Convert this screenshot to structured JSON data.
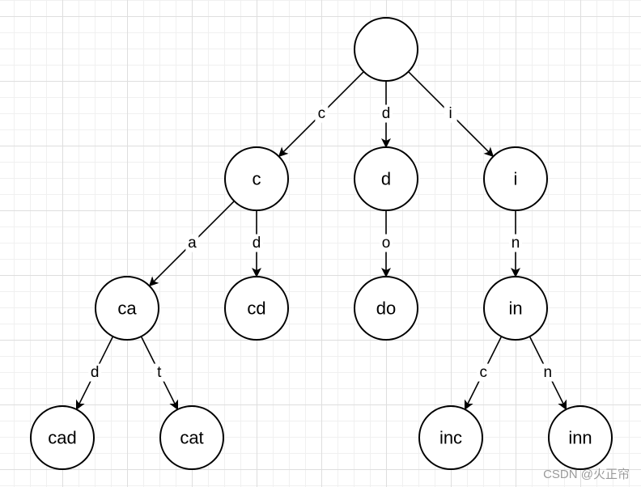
{
  "diagram": {
    "nodes": [
      {
        "id": "root",
        "label": ""
      },
      {
        "id": "c",
        "label": "c"
      },
      {
        "id": "d",
        "label": "d"
      },
      {
        "id": "i",
        "label": "i"
      },
      {
        "id": "ca",
        "label": "ca"
      },
      {
        "id": "cd",
        "label": "cd"
      },
      {
        "id": "do",
        "label": "do"
      },
      {
        "id": "in",
        "label": "in"
      },
      {
        "id": "cad",
        "label": "cad"
      },
      {
        "id": "cat",
        "label": "cat"
      },
      {
        "id": "inc",
        "label": "inc"
      },
      {
        "id": "inn",
        "label": "inn"
      }
    ],
    "edges": [
      {
        "from": "root",
        "to": "c",
        "label": "c"
      },
      {
        "from": "root",
        "to": "d",
        "label": "d"
      },
      {
        "from": "root",
        "to": "i",
        "label": "i"
      },
      {
        "from": "c",
        "to": "ca",
        "label": "a"
      },
      {
        "from": "c",
        "to": "cd",
        "label": "d"
      },
      {
        "from": "d",
        "to": "do",
        "label": "o"
      },
      {
        "from": "i",
        "to": "in",
        "label": "n"
      },
      {
        "from": "ca",
        "to": "cad",
        "label": "d"
      },
      {
        "from": "ca",
        "to": "cat",
        "label": "t"
      },
      {
        "from": "in",
        "to": "inc",
        "label": "c"
      },
      {
        "from": "in",
        "to": "inn",
        "label": "n"
      }
    ]
  },
  "watermark": "CSDN @火正帘",
  "colors": {
    "stroke": "#000000",
    "node_fill": "#ffffff",
    "grid": "#dedede",
    "watermark": "#9a9a9a"
  }
}
